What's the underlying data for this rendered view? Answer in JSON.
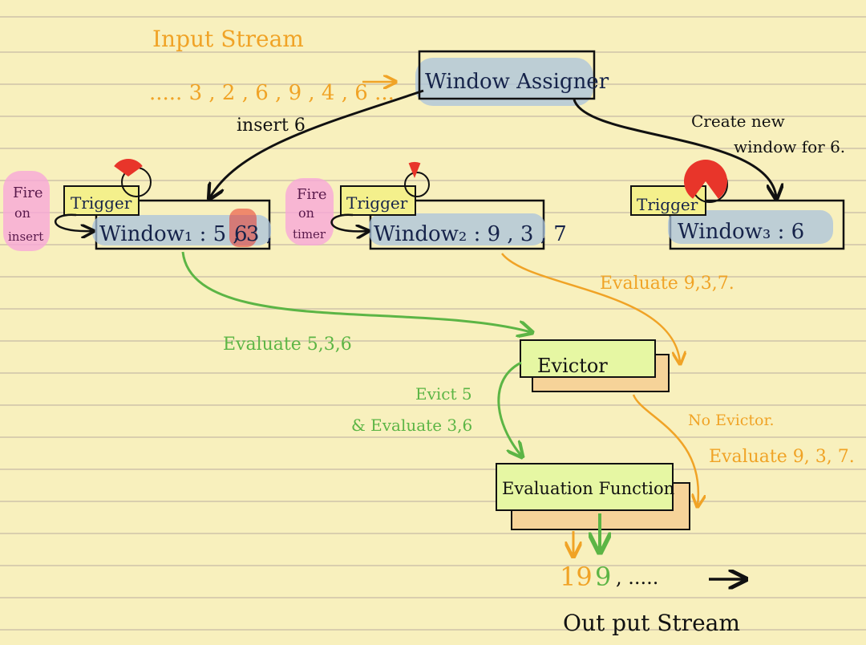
{
  "colors": {
    "orange": "#f0a326",
    "green": "#5cb545",
    "ink": "#16234a",
    "black": "#111111",
    "pink": "#f7a8d8",
    "blue": "#a9c3dd",
    "trigger_fill": "#f4f08c",
    "evictor_fill": "#e6f7a3",
    "shadow_fill": "#f6d399",
    "timer_red": "#e8352a",
    "purple": "#5a1a4c"
  },
  "input": {
    "label": "Input Stream",
    "sequence": "..... 3 , 2 , 6 , 9 , 4 , 6 ..."
  },
  "window_assigner": {
    "label": "Window Assigner"
  },
  "arrows": {
    "insert": "insert 6",
    "create_line1": "Create new",
    "create_line2": "window for 6."
  },
  "windows": [
    {
      "trigger": "Trigger",
      "label": "Window₁ : 5 , 3 ,",
      "highlight": "6",
      "fire": [
        "Fire",
        "on",
        "insert"
      ],
      "timer_fraction": 0.3
    },
    {
      "trigger": "Trigger",
      "label": "Window₂ : 9 , 3 , 7",
      "fire": [
        "Fire",
        "on",
        "timer"
      ],
      "timer_fraction": 0.12
    },
    {
      "trigger": "Trigger",
      "label": "Window₃ : 6",
      "timer_fraction": 0.8
    }
  ],
  "evaluate": {
    "green": "Evaluate 5,3,6",
    "orange": "Evaluate 9,3,7."
  },
  "evictor": {
    "label": "Evictor",
    "evict_line1": "Evict 5",
    "evict_line2": "& Evaluate 3,6",
    "no_evictor": "No Evictor.",
    "evaluate_after": "Evaluate 9, 3, 7."
  },
  "eval_function": {
    "label": "Evaluation Function"
  },
  "output": {
    "first": "19",
    "second": "9",
    "rest": ", .....",
    "label": "Out put Stream"
  }
}
